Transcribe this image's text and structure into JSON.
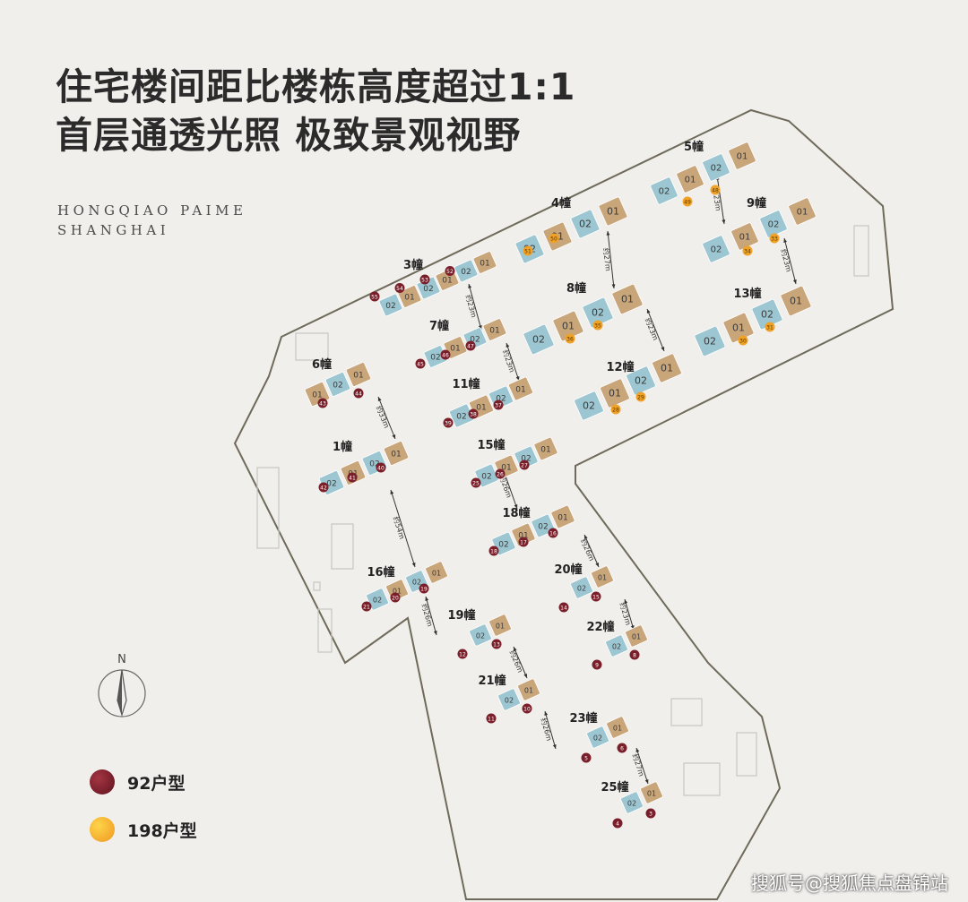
{
  "heading": {
    "line1": "住宅楼间距比楼栋高度超过1:1",
    "line2": "首层通透光照 极致景观视野"
  },
  "brand": {
    "line1": "HONGQIAO PAIME",
    "line2": "SHANGHAI"
  },
  "compass": {
    "label": "N",
    "icon": "compass-arrow-icon"
  },
  "legend": [
    {
      "label": "92户型",
      "color": "#7a1f2a"
    },
    {
      "label": "198户型",
      "color": "#f2a52a"
    }
  ],
  "colors": {
    "unit_01": "#c9a57a",
    "unit_02": "#9cc6d1",
    "site_outline": "#6f6a5a",
    "background": "#f1efec"
  },
  "unit_labels": {
    "a": "01",
    "b": "02"
  },
  "buildings": [
    {
      "name": "5幢",
      "units": 4,
      "markers": [
        {
          "n": "49",
          "type": "198"
        },
        {
          "n": "48",
          "type": "198"
        }
      ]
    },
    {
      "name": "4幢",
      "units": 4,
      "markers": [
        {
          "n": "51",
          "type": "198"
        },
        {
          "n": "50",
          "type": "198"
        }
      ]
    },
    {
      "name": "9幢",
      "units": 4,
      "markers": [
        {
          "n": "34",
          "type": "198"
        },
        {
          "n": "33",
          "type": "198"
        }
      ]
    },
    {
      "name": "3幢",
      "units": 6,
      "markers": [
        {
          "n": "55",
          "type": "92"
        },
        {
          "n": "54",
          "type": "92"
        },
        {
          "n": "53",
          "type": "92"
        },
        {
          "n": "52",
          "type": "92"
        }
      ]
    },
    {
      "name": "8幢",
      "units": 4,
      "markers": [
        {
          "n": "36",
          "type": "198"
        },
        {
          "n": "35",
          "type": "198"
        }
      ]
    },
    {
      "name": "13幢",
      "units": 4,
      "markers": [
        {
          "n": "30",
          "type": "198"
        },
        {
          "n": "31",
          "type": "198"
        }
      ]
    },
    {
      "name": "7幢",
      "units": 4,
      "markers": [
        {
          "n": "45",
          "type": "92"
        },
        {
          "n": "46",
          "type": "92"
        },
        {
          "n": "47",
          "type": "92"
        }
      ]
    },
    {
      "name": "6幢",
      "units": 3,
      "markers": [
        {
          "n": "43",
          "type": "92"
        },
        {
          "n": "44",
          "type": "92"
        }
      ]
    },
    {
      "name": "12幢",
      "units": 4,
      "markers": [
        {
          "n": "28",
          "type": "198"
        },
        {
          "n": "29",
          "type": "198"
        }
      ]
    },
    {
      "name": "11幢",
      "units": 4,
      "markers": [
        {
          "n": "39",
          "type": "92"
        },
        {
          "n": "38",
          "type": "92"
        },
        {
          "n": "37",
          "type": "92"
        }
      ]
    },
    {
      "name": "1幢",
      "units": 4,
      "markers": [
        {
          "n": "42",
          "type": "92"
        },
        {
          "n": "41",
          "type": "92"
        },
        {
          "n": "40",
          "type": "92"
        }
      ]
    },
    {
      "name": "15幢",
      "units": 4,
      "markers": [
        {
          "n": "25",
          "type": "92"
        },
        {
          "n": "26",
          "type": "92"
        },
        {
          "n": "27",
          "type": "92"
        }
      ]
    },
    {
      "name": "18幢",
      "units": 4,
      "markers": [
        {
          "n": "18",
          "type": "92"
        },
        {
          "n": "17",
          "type": "92"
        },
        {
          "n": "16",
          "type": "92"
        }
      ]
    },
    {
      "name": "16幢",
      "units": 4,
      "markers": [
        {
          "n": "21",
          "type": "92"
        },
        {
          "n": "20",
          "type": "92"
        },
        {
          "n": "19",
          "type": "92"
        }
      ]
    },
    {
      "name": "20幢",
      "units": 2,
      "markers": [
        {
          "n": "14",
          "type": "92"
        },
        {
          "n": "15",
          "type": "92"
        }
      ]
    },
    {
      "name": "19幢",
      "units": 2,
      "markers": [
        {
          "n": "12",
          "type": "92"
        },
        {
          "n": "13",
          "type": "92"
        }
      ]
    },
    {
      "name": "22幢",
      "units": 2,
      "markers": [
        {
          "n": "9",
          "type": "92"
        },
        {
          "n": "8",
          "type": "92"
        }
      ]
    },
    {
      "name": "21幢",
      "units": 2,
      "markers": [
        {
          "n": "11",
          "type": "92"
        },
        {
          "n": "10",
          "type": "92"
        }
      ]
    },
    {
      "name": "23幢",
      "units": 2,
      "markers": [
        {
          "n": "5",
          "type": "92"
        },
        {
          "n": "6",
          "type": "92"
        }
      ]
    },
    {
      "name": "25幢",
      "units": 2,
      "markers": [
        {
          "n": "4",
          "type": "92"
        },
        {
          "n": "3",
          "type": "92"
        }
      ]
    }
  ],
  "spacings": [
    {
      "label": "约23m"
    },
    {
      "label": "约27m"
    },
    {
      "label": "约33m"
    },
    {
      "label": "约23m"
    },
    {
      "label": "约23m"
    },
    {
      "label": "约23m"
    },
    {
      "label": "约33m"
    },
    {
      "label": "约23m"
    },
    {
      "label": "约54m"
    },
    {
      "label": "约26m"
    },
    {
      "label": "约26m"
    },
    {
      "label": "约26m"
    },
    {
      "label": "约23m"
    },
    {
      "label": "约26m"
    },
    {
      "label": "约26m"
    },
    {
      "label": "约27m"
    },
    {
      "label": "约23m"
    }
  ],
  "watermark": "搜狐号@搜狐焦点盘锦站"
}
